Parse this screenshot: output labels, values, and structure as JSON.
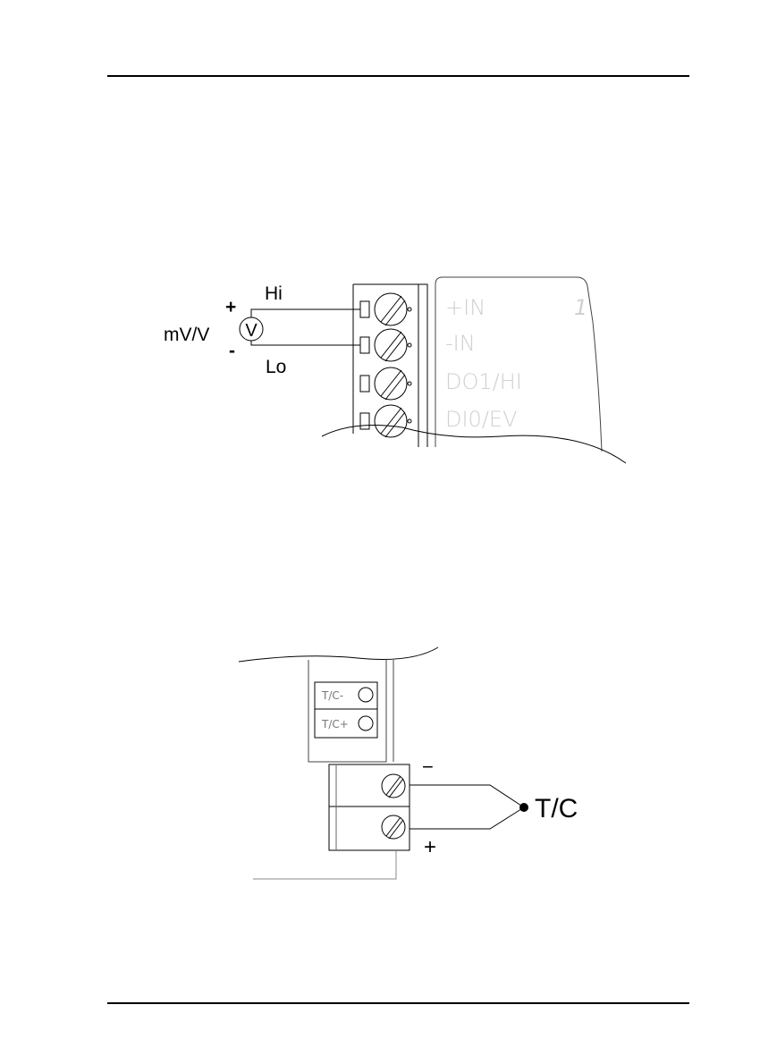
{
  "diagram1": {
    "source_label": "mV/V",
    "meter_symbol": "V",
    "plus_sign": "+",
    "minus_sign": "-",
    "hi_label": "Hi",
    "lo_label": "Lo",
    "terminals": [
      "+IN",
      "-IN",
      "DO1/HI",
      "DI0/EV"
    ],
    "channel_number": "1"
  },
  "diagram2": {
    "terminals": [
      "T/C-",
      "T/C+"
    ],
    "minus_sign": "−",
    "plus_sign": "+",
    "sensor_label": "T/C"
  }
}
